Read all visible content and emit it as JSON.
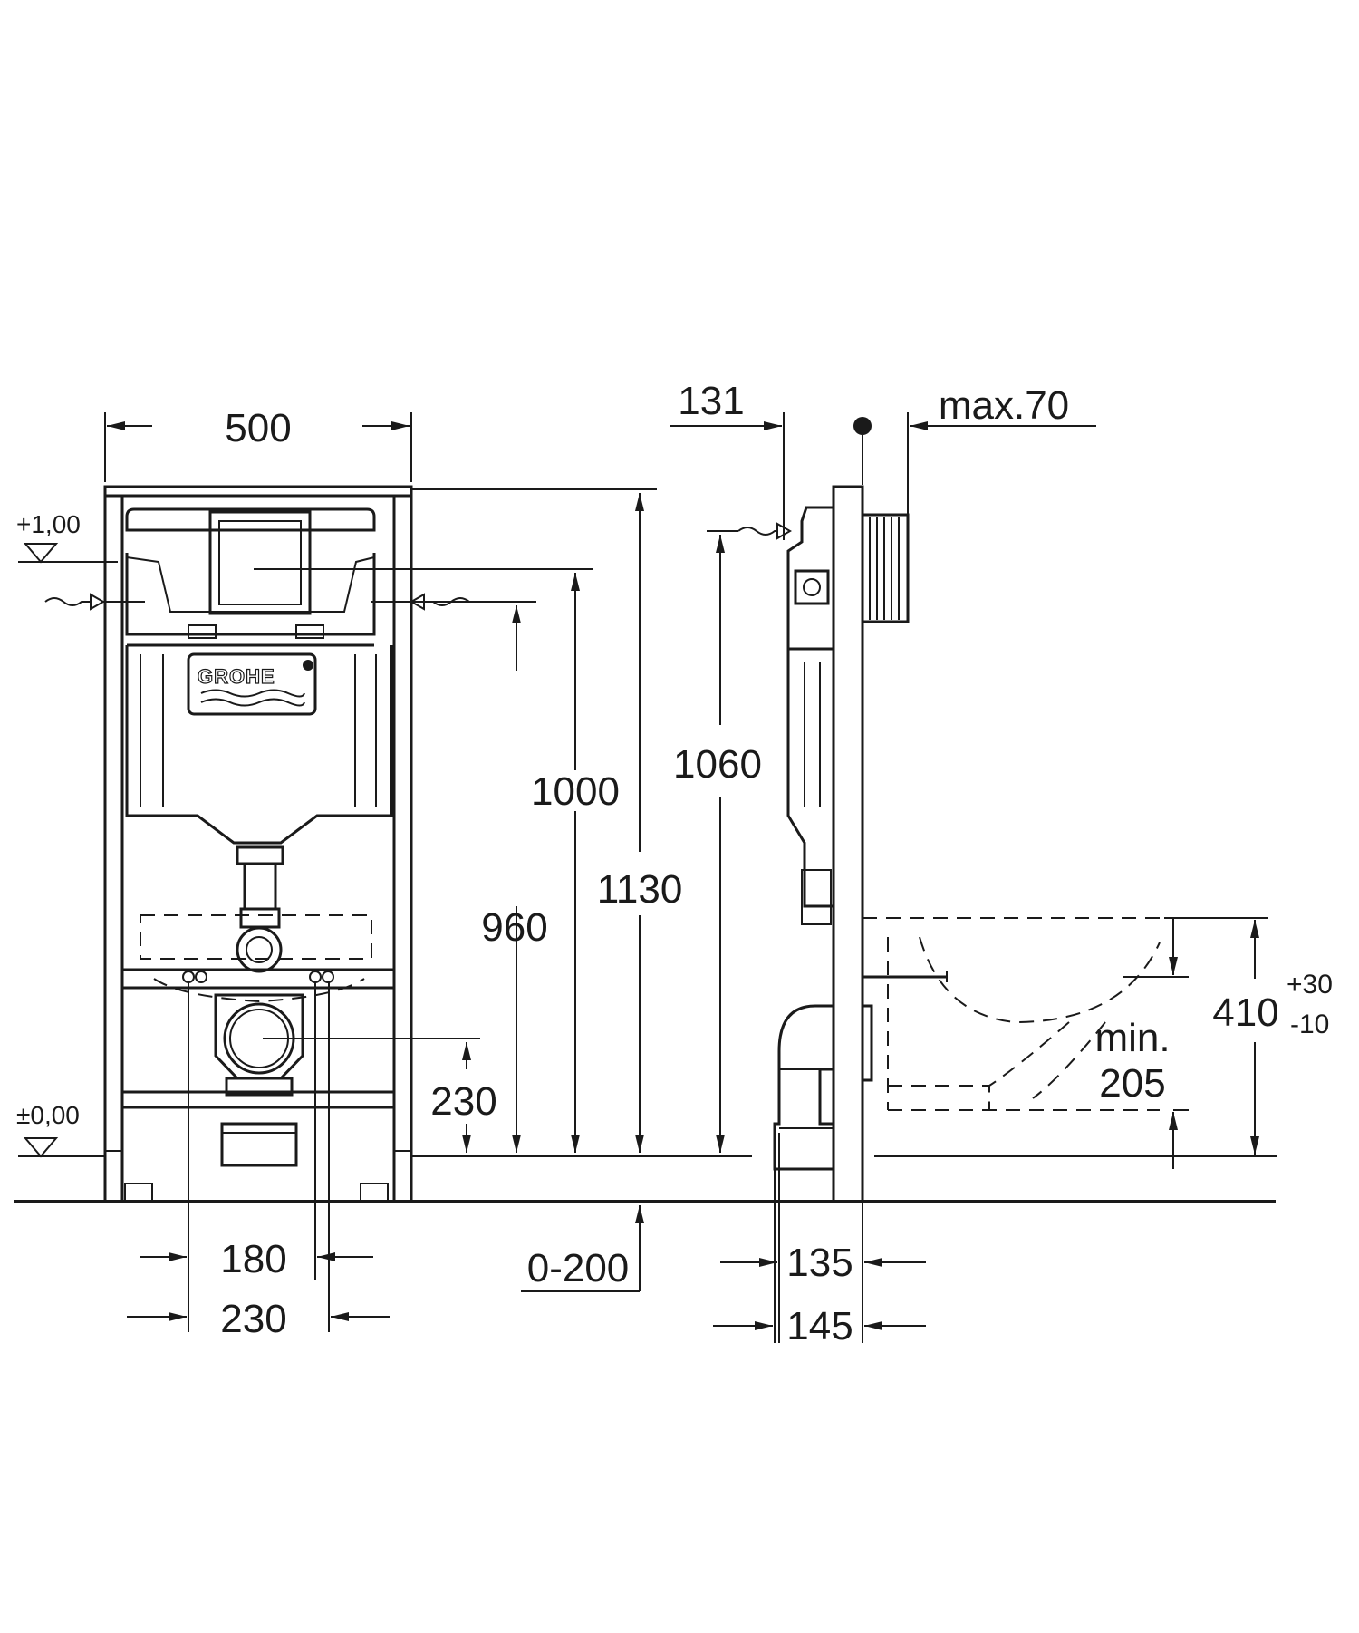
{
  "brand": {
    "logo_text": "GROHE"
  },
  "front_view": {
    "width": "500",
    "level_top": "+1,00",
    "level_floor": "±0,00",
    "height_960": "960",
    "height_1000": "1000",
    "height_1130": "1130",
    "height_230": "230",
    "bottom_180": "180",
    "bottom_230": "230",
    "adjust_0_200": "0-200"
  },
  "side_view": {
    "depth_131": "131",
    "max_70": "max.70",
    "height_1060": "1060",
    "bottom_135": "135",
    "bottom_145": "145",
    "min_label": "min.",
    "min_205": "205",
    "height_410": "410",
    "tol_plus": "+30",
    "tol_minus": "-10"
  }
}
